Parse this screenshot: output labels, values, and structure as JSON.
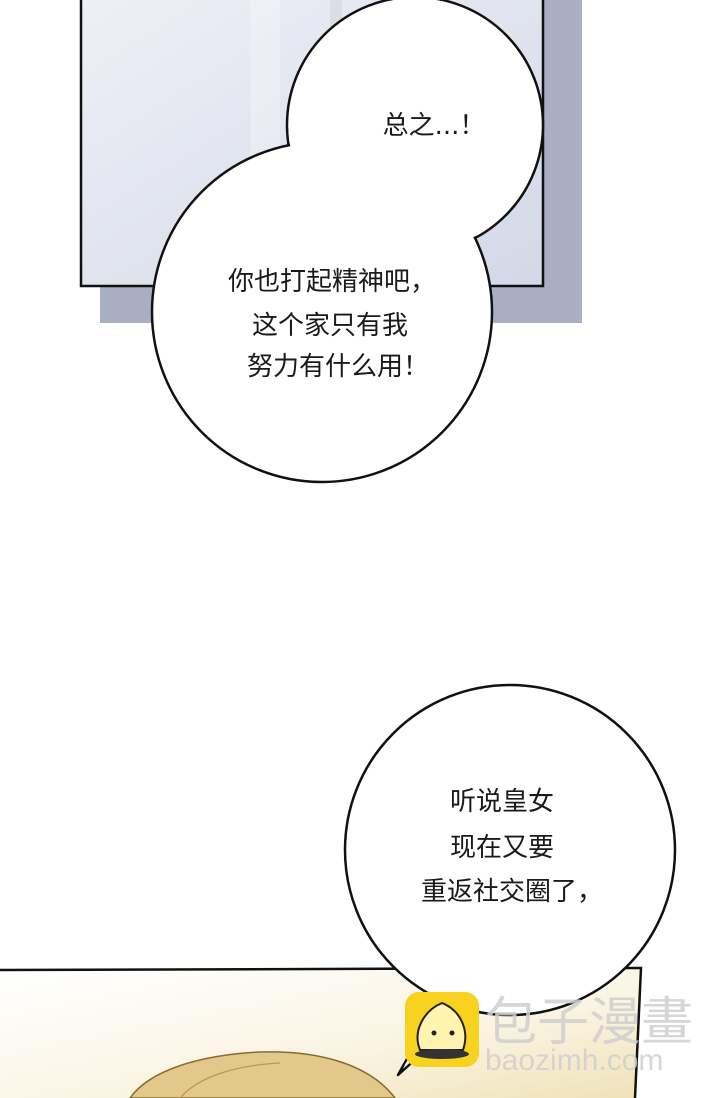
{
  "bubbles": {
    "top_small": {
      "line1": "总之...！"
    },
    "top_large": {
      "line1": "你也打起精神吧，",
      "line2": "这个家只有我",
      "line3": "努力有什么用！"
    },
    "bottom": {
      "line1": "听说皇女",
      "line2": "现在又要",
      "line3": "重返社交圈了，"
    }
  },
  "watermark": {
    "title": "包子漫畫",
    "site": "baozimh.com",
    "logo_color": "#f7d21e"
  },
  "colors": {
    "panel_bg": "#e4e7f1",
    "panel_shadow": "#a9afc2",
    "hair": "#e2c88a"
  }
}
